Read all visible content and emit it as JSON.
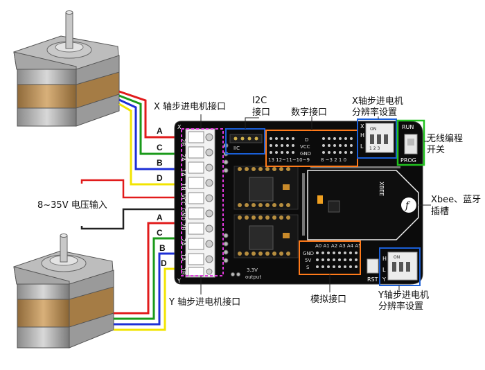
{
  "labels": {
    "x_motor_port": "X 轴步进电机接口",
    "y_motor_port": "Y 轴步进电机接口",
    "power_input": "8~35V 电压输入",
    "i2c_title": "I2C",
    "i2c_sub": "接口",
    "digital_port": "数字接口",
    "x_res_line1": "X轴步进电机",
    "x_res_line2": "分辨率设置",
    "wireless_line1": "无线编程",
    "wireless_line2": "开关",
    "xbee_line1": "Xbee、蓝牙",
    "xbee_line2": "插槽",
    "analog_port": "模拟接口",
    "y_res_line1": "Y轴步进电机",
    "y_res_line2": "分辨率设置"
  },
  "wire_labels_top": [
    "A",
    "C",
    "B",
    "D"
  ],
  "wire_labels_bottom": [
    "A",
    "C",
    "B",
    "D"
  ],
  "board": {
    "terminal_pins": [
      "2B",
      "2A",
      "1A",
      "1B",
      "VCC",
      "GND",
      "2B",
      "2A",
      "1A",
      "1B"
    ],
    "x_axis_letter": "X",
    "y_axis_letter": "Y",
    "iic": "IIC",
    "d": "D",
    "vcc": "VCC",
    "gnd": "GND",
    "digital_row": "13 12~11~10~9",
    "digital_row2": "8 ~3  2  1  0",
    "xbee": "XBEE",
    "analog_header": "A0 A1  A2 A3 A4 A5",
    "analog_gnd": "GND",
    "analog_5v": "5V",
    "analog_s": "S",
    "rst": "RST",
    "output_line1": "3.3V",
    "output_line2": "output",
    "run": "RUN",
    "prog": "PROG",
    "on": "ON",
    "h": "H",
    "l": "L",
    "x_sw": "X",
    "y_sw": "Y",
    "dip_nums": "1  2  3"
  },
  "colors": {
    "wire_red": "#e11b1b",
    "wire_green": "#1a9a1a",
    "wire_blue": "#1d2fd6",
    "wire_yellow": "#f2e400",
    "orange_box": "#ff7a1a",
    "blue_box": "#1a5fd8",
    "green_box": "#21c21f",
    "pink_box": "#e33ae0",
    "board": "#0b0b0b"
  }
}
